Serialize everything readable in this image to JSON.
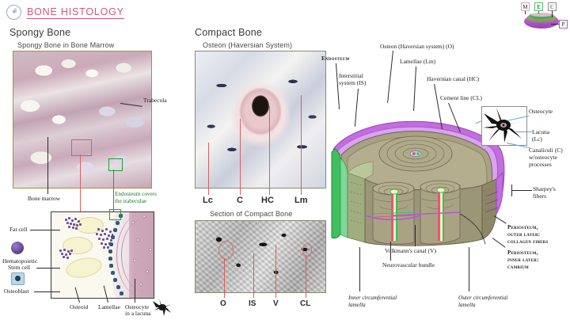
{
  "header": {
    "logo_icon": "microscope-circle-icon",
    "title": "BONE HISTOLOGY",
    "title_color": "#d1557f"
  },
  "legend": {
    "items": [
      {
        "code": "M",
        "color": "#e8b9cf",
        "name": "marrow"
      },
      {
        "code": "E",
        "color": "#4fbf6a",
        "name": "endosteum"
      },
      {
        "code": "C",
        "color": "#9a9475",
        "name": "compact-bone"
      },
      {
        "code": "P",
        "color": "#b05ad0",
        "name": "periosteum"
      }
    ]
  },
  "spongy": {
    "heading": "Spongy Bone",
    "micrograph_caption": "Spongy Bone in Bone Marrow",
    "labels": {
      "trabecula": "Trabecula",
      "bone_marrow": "Bone marrow",
      "endosteum_note_line1": "Endosteum covers",
      "endosteum_note_line2": "the trabeculae"
    },
    "schematic_labels": {
      "fat_cell": "Fat cell",
      "stem_cell_line1": "Hematopoietic",
      "stem_cell_line2": "Stem cell",
      "osteoblast": "Osteoblast",
      "osteoid": "Osteoid",
      "lamellae": "Lamellae",
      "osteocyte_line1": "Osteocyte",
      "osteocyte_line2": "in a lacuna"
    }
  },
  "compact": {
    "heading": "Compact Bone",
    "micrograph1_caption": "Osteon (Haversian System)",
    "micrograph1_codes": [
      "Lc",
      "C",
      "HC",
      "Lm"
    ],
    "micrograph2_caption": "Section of Compact Bone",
    "micrograph2_codes": [
      "O",
      "IS",
      "V",
      "CL"
    ]
  },
  "block_diagram": {
    "labels": {
      "endosteum": "Endosteum",
      "interstitial_line1": "Interstitial",
      "interstitial_line2": "system (IS)",
      "osteon": "Osteon (Haversian system) (O)",
      "lamellae": "Lamellae (Lm)",
      "haversian_canal": "Havernian canal (HC)",
      "cement_line": "Cement line (CL)",
      "osteocyte": "Osteocyte",
      "lacuna_line1": "Lacuna",
      "lacuna_line2": "(Lc)",
      "canaliculi_line1": "Canaliculi (C)",
      "canaliculi_line2": "w/osteocyte",
      "canaliculi_line3": "processes",
      "sharpeys_line1": "Sharpey's",
      "sharpeys_line2": "fibers",
      "periosteum_outer_line1": "Periosteum,",
      "periosteum_outer_line2": "outer layer:",
      "periosteum_outer_line3": "collagen fibers",
      "periosteum_inner_line1": "Periosteum,",
      "periosteum_inner_line2": "inner layer:",
      "periosteum_inner_line3": "cambium",
      "volkmanns_canal": "Volkmann's canal (V)",
      "neurovascular_bundle": "Neurovascular bundle",
      "inner_circ_line1": "Inner circumferential",
      "inner_circ_line2": "lamella",
      "outer_circ_line1": "Outer circumferential",
      "outer_circ_line2": "lamella"
    }
  },
  "colors": {
    "endosteum_green": "#19a33a",
    "periosteum_purple": "#b05ad0",
    "bone_olive": "#9a9475",
    "marrow_pink": "#c9a8b6",
    "accent_red": "#d7605f"
  }
}
